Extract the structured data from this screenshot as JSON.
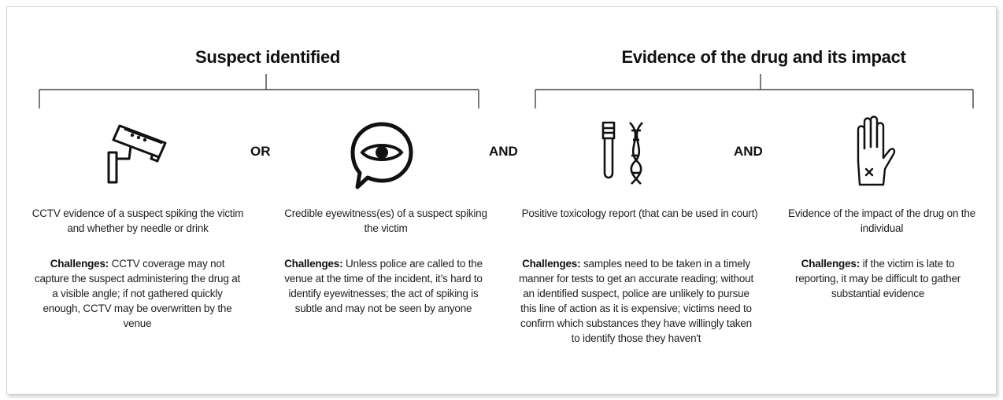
{
  "groups": {
    "suspect": {
      "title": "Suspect identified"
    },
    "evidence": {
      "title": "Evidence of the drug and its impact"
    }
  },
  "operators": {
    "or": "OR",
    "and1": "AND",
    "and2": "AND"
  },
  "items": [
    {
      "icon": "cctv-camera-icon",
      "description": "CCTV evidence of a suspect spiking the victim and whether by needle or drink",
      "challenges_label": "Challenges:",
      "challenges": "CCTV coverage may not capture the suspect administering the drug at a visible angle; if not gathered quickly enough, CCTV may be overwritten by the venue"
    },
    {
      "icon": "eye-speech-bubble-icon",
      "description": "Credible eyewitness(es) of a suspect spiking the victim",
      "challenges_label": "Challenges:",
      "challenges": "Unless police are called to the venue at the time of the incident, it’s hard to identify eyewitnesses; the act of spiking is subtle and may not be seen by anyone"
    },
    {
      "icon": "test-tube-dna-icon",
      "description": "Positive toxicology report (that can be used in court)",
      "challenges_label": "Challenges:",
      "challenges": "samples need to be taken in a timely manner for tests to get an accurate reading; without an identified suspect, police are unlikely to pursue this line of action as it is expensive; victims need to confirm which substances they have willingly taken to identify those they haven't"
    },
    {
      "icon": "hand-with-x-icon",
      "description": "Evidence of the impact of the drug on the individual",
      "challenges_label": "Challenges:",
      "challenges": "if the victim is late to reporting, it may be difficult to gather substantial evidence"
    }
  ]
}
